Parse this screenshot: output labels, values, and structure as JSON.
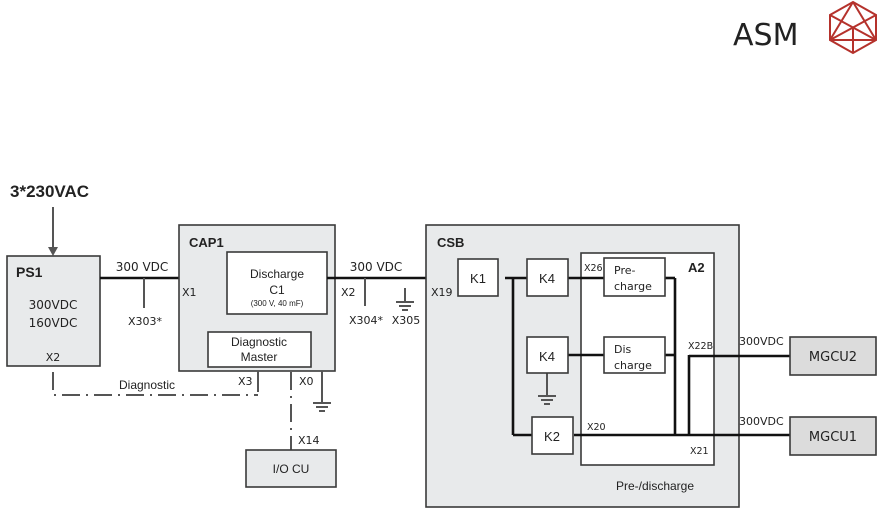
{
  "logo": {
    "text": "ASM",
    "icon": "asm-crystal-logo-icon",
    "color": "#b5322c"
  },
  "input": {
    "label": "3*230VAC"
  },
  "ps1": {
    "title": "PS1",
    "line1": "300VDC",
    "line2": "160VDC",
    "port": "X2"
  },
  "bus1": {
    "label": "300 VDC",
    "tap": "X303*"
  },
  "cap1": {
    "title": "CAP1",
    "port_in": "X1",
    "port_out": "X2",
    "discharge": {
      "line1": "Discharge",
      "line2": "C1",
      "line3": "(300 V, 40 mF)"
    },
    "diag_master": {
      "line1": "Diagnostic",
      "line2": "Master"
    },
    "port_x3": "X3",
    "port_x0": "X0"
  },
  "diagnostic_link": {
    "label": "Diagnostic"
  },
  "bus2": {
    "label": "300 VDC",
    "tap1": "X304*",
    "tap2": "X305"
  },
  "iocu": {
    "title": "I/O CU",
    "port": "X14"
  },
  "csb": {
    "title": "CSB",
    "port_in": "X19",
    "k1": "K1",
    "k4_top": "K4",
    "k4_bottom": "K4",
    "k2": "K2",
    "a2": {
      "title": "A2",
      "port_x26": "X26",
      "port_x22b": "X22B",
      "port_x20": "X20",
      "port_x21": "X21",
      "precharge": {
        "line1": "Pre-",
        "line2": "charge"
      },
      "discharge": {
        "line1": "Dis",
        "line2": "charge"
      }
    },
    "footer": "Pre-/discharge"
  },
  "outputs": [
    {
      "voltage": "300VDC",
      "target": "MGCU2"
    },
    {
      "voltage": "300VDC",
      "target": "MGCU1"
    }
  ]
}
